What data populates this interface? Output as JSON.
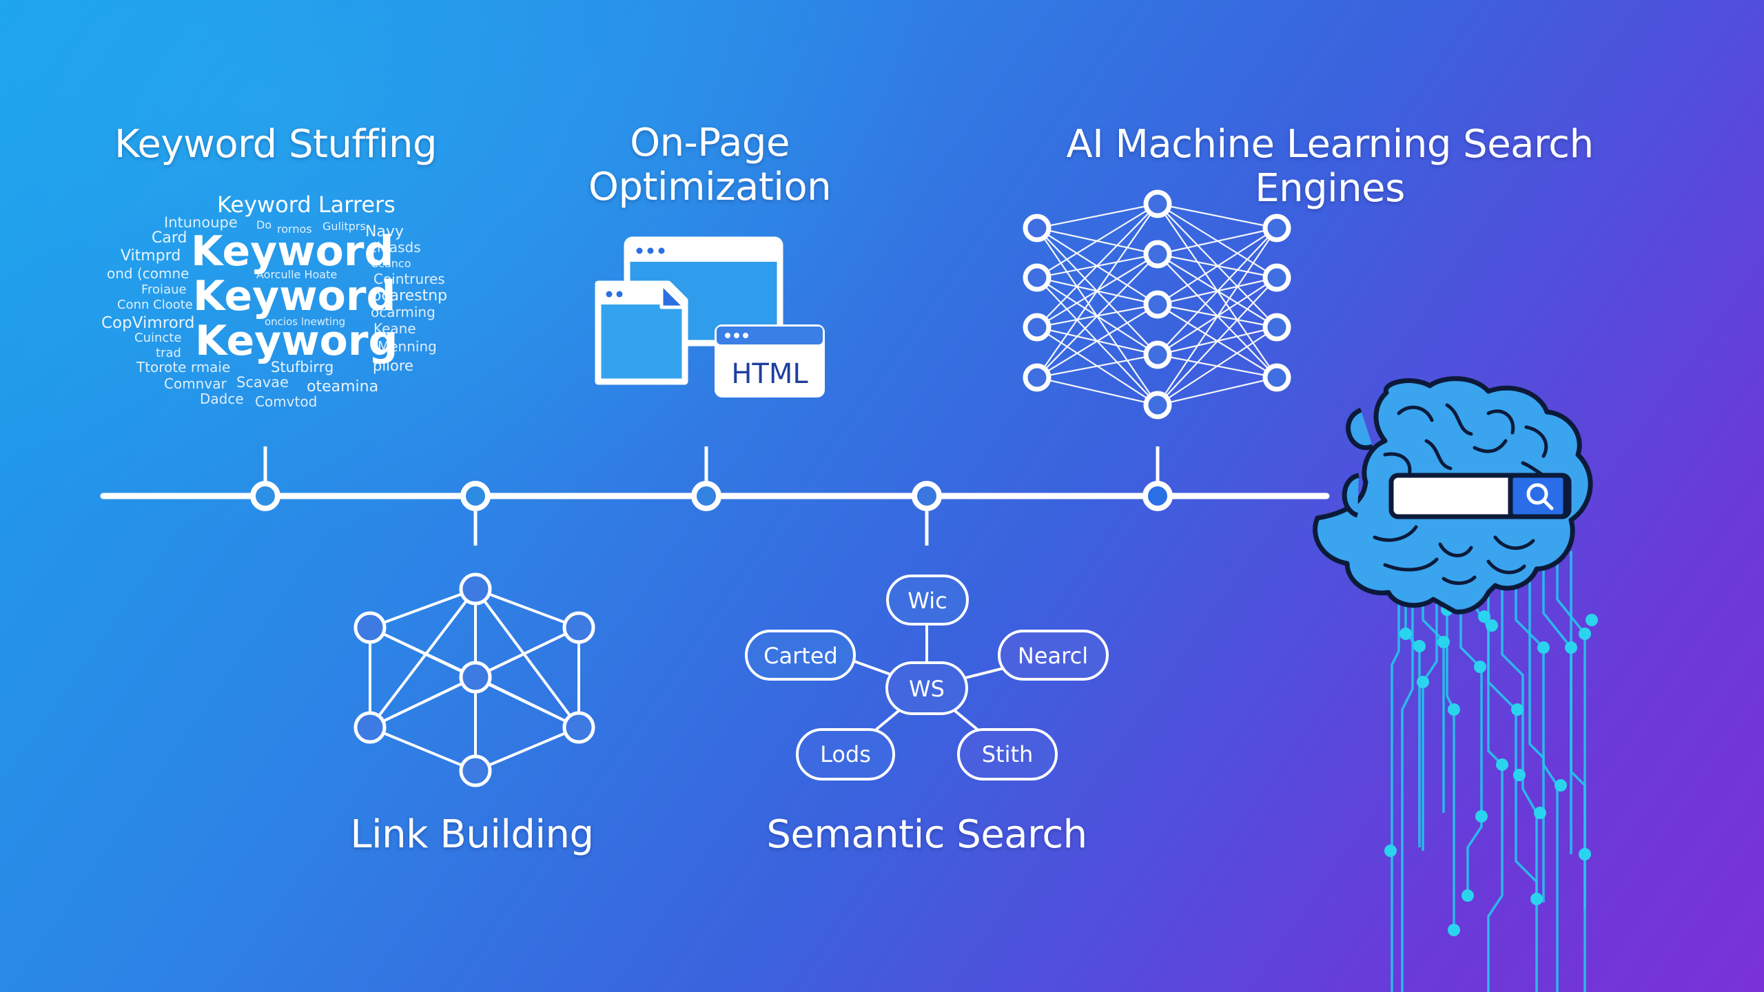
{
  "milestones": {
    "keyword_stuffing": "Keyword Stuffing",
    "on_page": "On-Page Optimization",
    "ai": "AI Machine Learning Search Engines",
    "link_building": "Link Building",
    "semantic": "Semantic Search"
  },
  "word_cloud": {
    "big": [
      "Keyword",
      "Keyword",
      "Keyworg"
    ],
    "small": [
      "Keyword Larrers",
      "Intunoupe",
      "Do",
      "rornos",
      "Gulitprs",
      "Navy",
      "Card",
      "Vitmprd",
      "cleasds",
      "Ccanco",
      "ond (comne",
      "Aorculle Hoate",
      "Cointrures",
      "Froiaue",
      "ocarestnp",
      "Conn Cloote",
      "ocarming",
      "CopVimrord",
      "oncios lnewting",
      "Keane",
      "Cuincte",
      "trad",
      "Menning",
      "Ttorote rmaie",
      "Stufbirrg",
      "pliore",
      "Comnvar",
      "Scavae",
      "oteamina",
      "Dadce",
      "Comvtod"
    ]
  },
  "html_icon_text": "HTML",
  "semantic_nodes": {
    "center": "WS",
    "top": "Wic",
    "left": "Carted",
    "right": "Nearcl",
    "bottom_left": "Lods",
    "bottom_right": "Stith"
  },
  "colors": {
    "bg_start": "#1aa3ec",
    "bg_end": "#7a32d6",
    "line": "#ffffff",
    "brain": "#3aa4ee",
    "circuit": "#22d3ee",
    "window": "#2f9cec"
  },
  "icons": [
    "word-cloud",
    "browser-windows-icon",
    "neural-network-icon",
    "network-graph-icon",
    "semantic-graph-icon",
    "brain-search-icon",
    "circuit-icon",
    "search-icon"
  ]
}
